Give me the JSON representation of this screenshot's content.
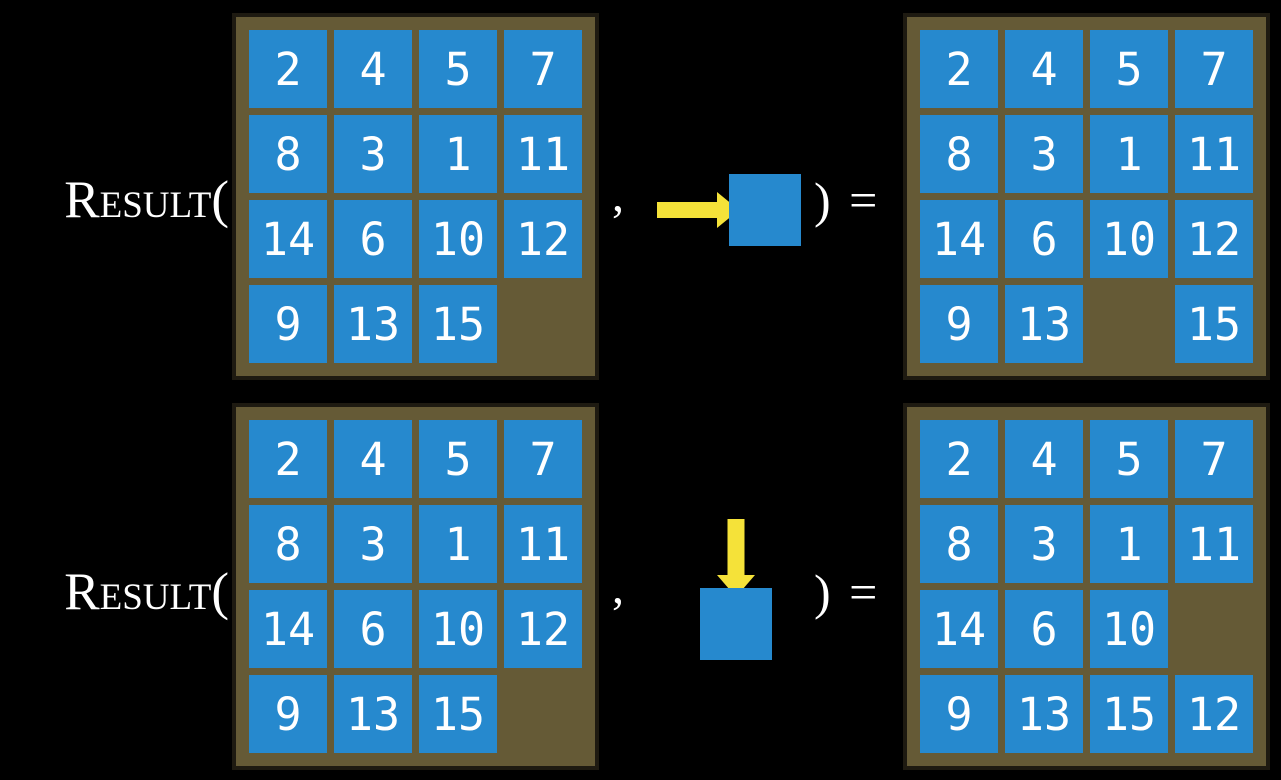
{
  "figure": {
    "description": "fifteen-puzzle RESULT function examples"
  },
  "colors": {
    "background": "#000000",
    "tile_blue": "#2689ce",
    "frame_brown": "#655a36",
    "frame_border": "#1e1a11",
    "arrow_yellow": "#f5e239",
    "text_white": "#ffffff"
  },
  "equations": [
    {
      "function_open": "Result(",
      "separator": ",",
      "close_equals": ") =",
      "move": {
        "direction": "right"
      },
      "initial_state": {
        "rows": [
          [
            2,
            4,
            5,
            7
          ],
          [
            8,
            3,
            1,
            11
          ],
          [
            14,
            6,
            10,
            12
          ],
          [
            9,
            13,
            15,
            null
          ]
        ]
      },
      "result_state": {
        "rows": [
          [
            2,
            4,
            5,
            7
          ],
          [
            8,
            3,
            1,
            11
          ],
          [
            14,
            6,
            10,
            12
          ],
          [
            9,
            13,
            null,
            15
          ]
        ]
      }
    },
    {
      "function_open": "Result(",
      "separator": ",",
      "close_equals": ") =",
      "move": {
        "direction": "down"
      },
      "initial_state": {
        "rows": [
          [
            2,
            4,
            5,
            7
          ],
          [
            8,
            3,
            1,
            11
          ],
          [
            14,
            6,
            10,
            12
          ],
          [
            9,
            13,
            15,
            null
          ]
        ]
      },
      "result_state": {
        "rows": [
          [
            2,
            4,
            5,
            7
          ],
          [
            8,
            3,
            1,
            11
          ],
          [
            14,
            6,
            10,
            null
          ],
          [
            9,
            13,
            15,
            12
          ]
        ]
      }
    }
  ]
}
